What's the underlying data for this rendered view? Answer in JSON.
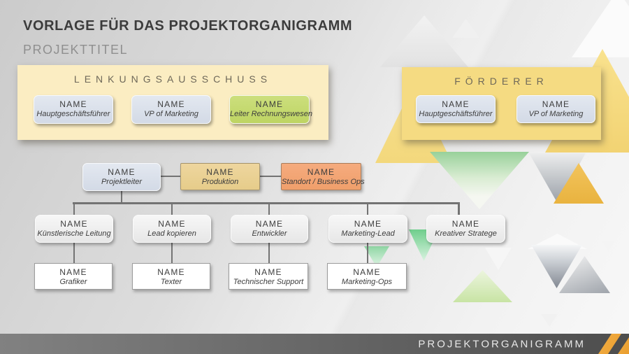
{
  "page": {
    "title": "VORLAGE FÜR DAS PROJEKTORGANIGRAMM",
    "subtitle": "PROJEKTTITEL"
  },
  "panels": {
    "steering": {
      "title": "LENKUNGSAUSSCHUSS",
      "members": [
        {
          "name": "NAME",
          "role": "Hauptgeschäftsführer"
        },
        {
          "name": "NAME",
          "role": "VP of Marketing"
        },
        {
          "name": "NAME",
          "role": "Leiter Rechnungswesen"
        }
      ]
    },
    "sponsors": {
      "title": "FÖRDERER",
      "members": [
        {
          "name": "NAME",
          "role": "Hauptgeschäftsführer"
        },
        {
          "name": "NAME",
          "role": "VP of Marketing"
        }
      ]
    }
  },
  "org_chart": {
    "level1": [
      {
        "name": "NAME",
        "role": "Projektleiter"
      },
      {
        "name": "NAME",
        "role": "Produktion"
      },
      {
        "name": "NAME",
        "role": "Standort / Business Ops"
      }
    ],
    "level2": [
      {
        "name": "NAME",
        "role": "Künstlerische Leitung"
      },
      {
        "name": "NAME",
        "role": "Lead kopieren"
      },
      {
        "name": "NAME",
        "role": "Entwickler"
      },
      {
        "name": "NAME",
        "role": "Marketing-Lead"
      },
      {
        "name": "NAME",
        "role": "Kreativer Stratege"
      }
    ],
    "level3": [
      {
        "name": "NAME",
        "role": "Grafiker"
      },
      {
        "name": "NAME",
        "role": "Texter"
      },
      {
        "name": "NAME",
        "role": "Technischer Support"
      },
      {
        "name": "NAME",
        "role": "Marketing-Ops"
      }
    ]
  },
  "footer": {
    "label": "PROJEKTORGANIGRAMM"
  },
  "colors": {
    "steering_panel_bg": "#FBEDC2",
    "sponsors_panel_bg": "#F5DB82",
    "blue_box": "#D8DEE8",
    "green_box": "#C3D96E",
    "tan_box": "#EBD295",
    "orange_box": "#F3A677",
    "accent_stripe": "#EFA63B",
    "footer_bar_left": "#818181",
    "footer_bar_right": "#4D4D4D",
    "connector": "#737373"
  }
}
